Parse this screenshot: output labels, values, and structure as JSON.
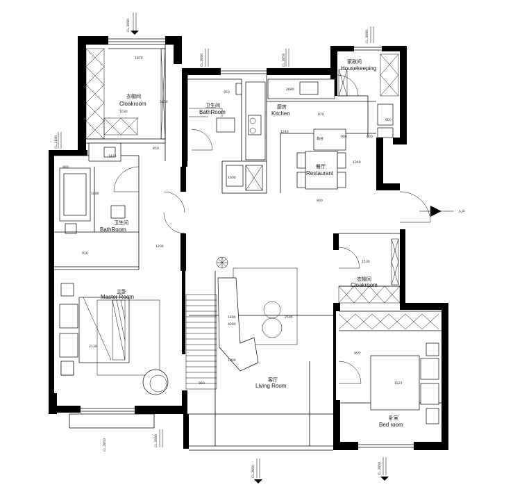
{
  "rooms": {
    "cloakroom_top": {
      "cn": "衣帽间",
      "en": "Cloakroom"
    },
    "bathroom_upper": {
      "cn": "卫生间",
      "en": "BathRoom"
    },
    "bathroom_left": {
      "cn": "卫生间",
      "en": "BathRoom"
    },
    "kitchen": {
      "cn": "厨房",
      "en": "Kitchen"
    },
    "housekeeping": {
      "cn": "家政间",
      "en": "Housekeeping"
    },
    "island": {
      "cn": "岛台"
    },
    "restaurant": {
      "cn": "餐厅",
      "en": "Restaurant"
    },
    "master": {
      "cn": "主卧",
      "en": "Master Room"
    },
    "living": {
      "cn": "客厅",
      "en": "Living Room"
    },
    "cloakroom_right": {
      "cn": "衣帽间",
      "en": "Cloakroom"
    },
    "bedroom": {
      "cn": "卧室",
      "en": "Bed room"
    }
  },
  "entrance_label": "入户",
  "dimensions": {
    "d1870": "1870",
    "d1030": "1030",
    "d3450": "3450",
    "d850": "850",
    "d1415": "1415",
    "d880": "880",
    "d1880": "1880",
    "d910": "910",
    "d1200": "1200",
    "d2680": "2680",
    "d870": "870",
    "d1240a": "1240",
    "d1240b": "1240",
    "d900a": "900",
    "d900b": "900",
    "d800": "800",
    "d1600": "1600",
    "d950": "950",
    "d1530": "1530",
    "d2130": "2130",
    "d1800": "1800",
    "d2505": "2505",
    "d4000": "4000",
    "d955": "955",
    "d1521": "1521",
    "d960": "960",
    "d1000": "1000",
    "d600": "600"
  },
  "elevation_marks": {
    "top_left": "CL.3690",
    "top_mid1": "CL.2890",
    "top_mid2": "CL.2850",
    "top_right": "CL.3690",
    "left_mid": "CL.3190",
    "bottom_left": "CL.2690",
    "bottom_left2": "CL.2850",
    "bottom_mid": "CL.2850",
    "bottom_right": "CL.2850"
  }
}
